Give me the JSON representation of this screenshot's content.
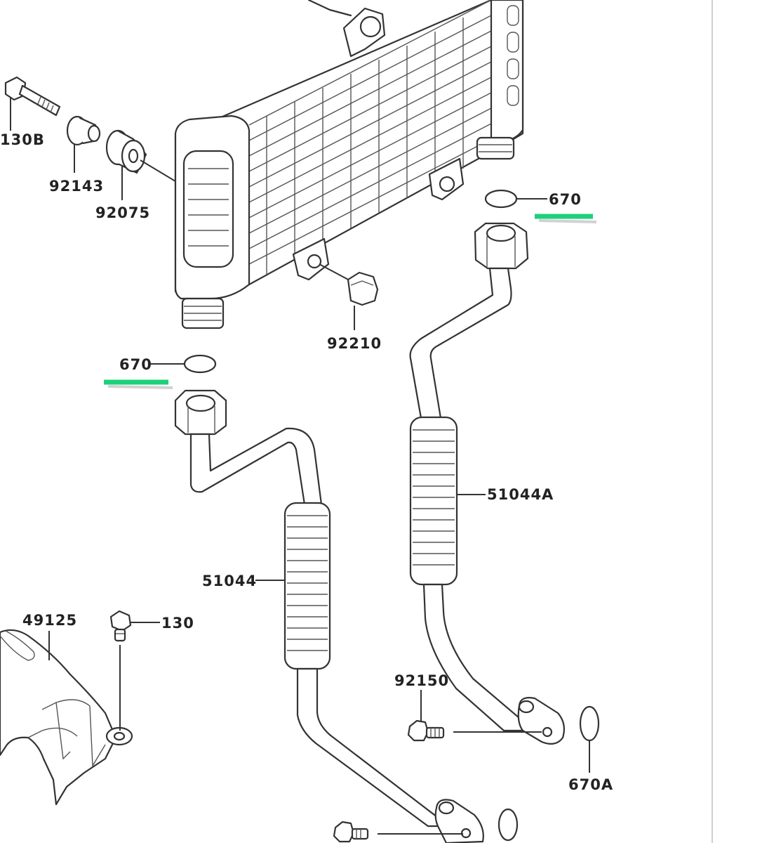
{
  "labels": {
    "l130b": "130B",
    "l92143": "92143",
    "l92075": "92075",
    "l92210": "92210",
    "l670_right": "670",
    "l670_left": "670",
    "l51044a": "51044A",
    "l51044": "51044",
    "l49125": "49125",
    "l130": "130",
    "l92150": "92150",
    "l670a": "670A"
  },
  "colors": {
    "highlight": "#1ed07a",
    "line": "#333333",
    "background": "#ffffff"
  }
}
